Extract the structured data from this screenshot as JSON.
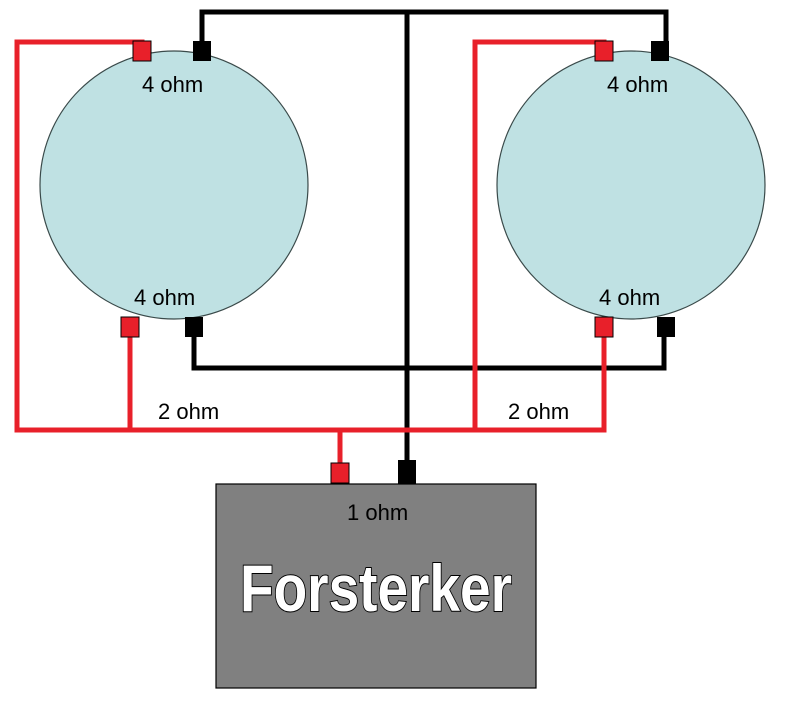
{
  "colors": {
    "background": "#ffffff",
    "speaker_fill": "#bfe1e3",
    "speaker_outline": "#3a4a4a",
    "positive_wire": "#e8202a",
    "negative_wire": "#000000",
    "amplifier_fill": "#808080",
    "title_fill": "#ffffff"
  },
  "speakers": [
    {
      "top_coil_label": "4 ohm",
      "bottom_coil_label": "4 ohm"
    },
    {
      "top_coil_label": "4 ohm",
      "bottom_coil_label": "4 ohm"
    }
  ],
  "pair_labels": [
    "2 ohm",
    "2 ohm"
  ],
  "amplifier": {
    "impedance_label": "1 ohm",
    "title": "Forsterker"
  }
}
